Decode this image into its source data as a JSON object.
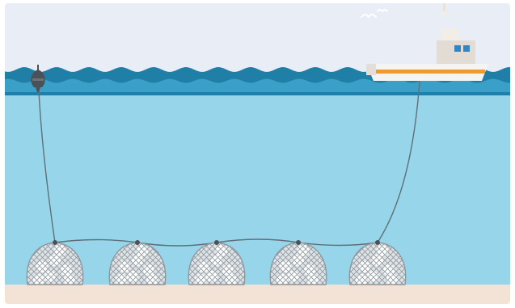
{
  "scene": {
    "colors": {
      "sky": "#e9edf6",
      "wave_dark": "#1f7fa6",
      "wave_light": "#3aa0c8",
      "water": "#97d6ea",
      "seabed": "#f3e2d6",
      "rope": "#5f6f78",
      "buoy": "#4b5257",
      "boat_hull": "#f4f4f2",
      "boat_stripe": "#f29a2e",
      "boat_cabin": "#e2dcd5",
      "boat_window": "#2f86c9",
      "trap_mesh": "#8f979c",
      "trap_fill": "#dde3e6",
      "gull": "#ffffff"
    },
    "elements": {
      "boat": "fishing-boat",
      "buoy": "marker-buoy",
      "traps": [
        "trap",
        "trap",
        "trap",
        "trap",
        "trap"
      ],
      "gulls": [
        "seagull",
        "seagull"
      ]
    }
  }
}
